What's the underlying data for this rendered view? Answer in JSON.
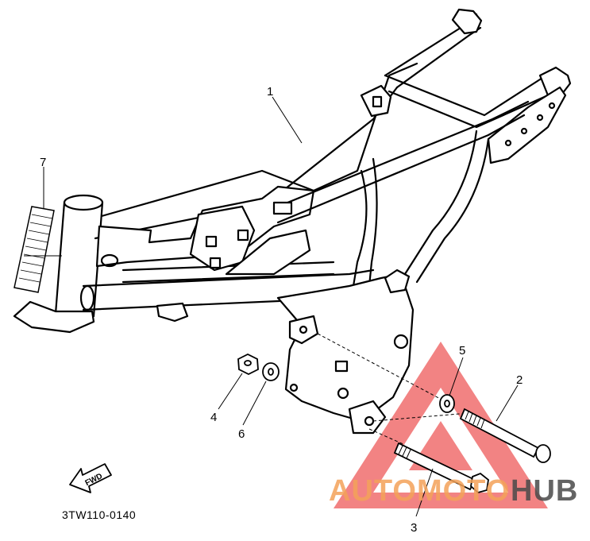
{
  "callouts": {
    "c1": "1",
    "c2": "2",
    "c3": "3",
    "c4": "4",
    "c5": "5",
    "c6": "6",
    "c7": "7"
  },
  "fwd_arrow": "FWD",
  "diagram_code": "3TW110-0140",
  "watermark": {
    "part1": "AUTOMOTO",
    "part2": "HUB",
    "color_primary": "#f4a259",
    "color_secondary": "#4a4a4a",
    "triangle_color": "#ee5a5a"
  }
}
